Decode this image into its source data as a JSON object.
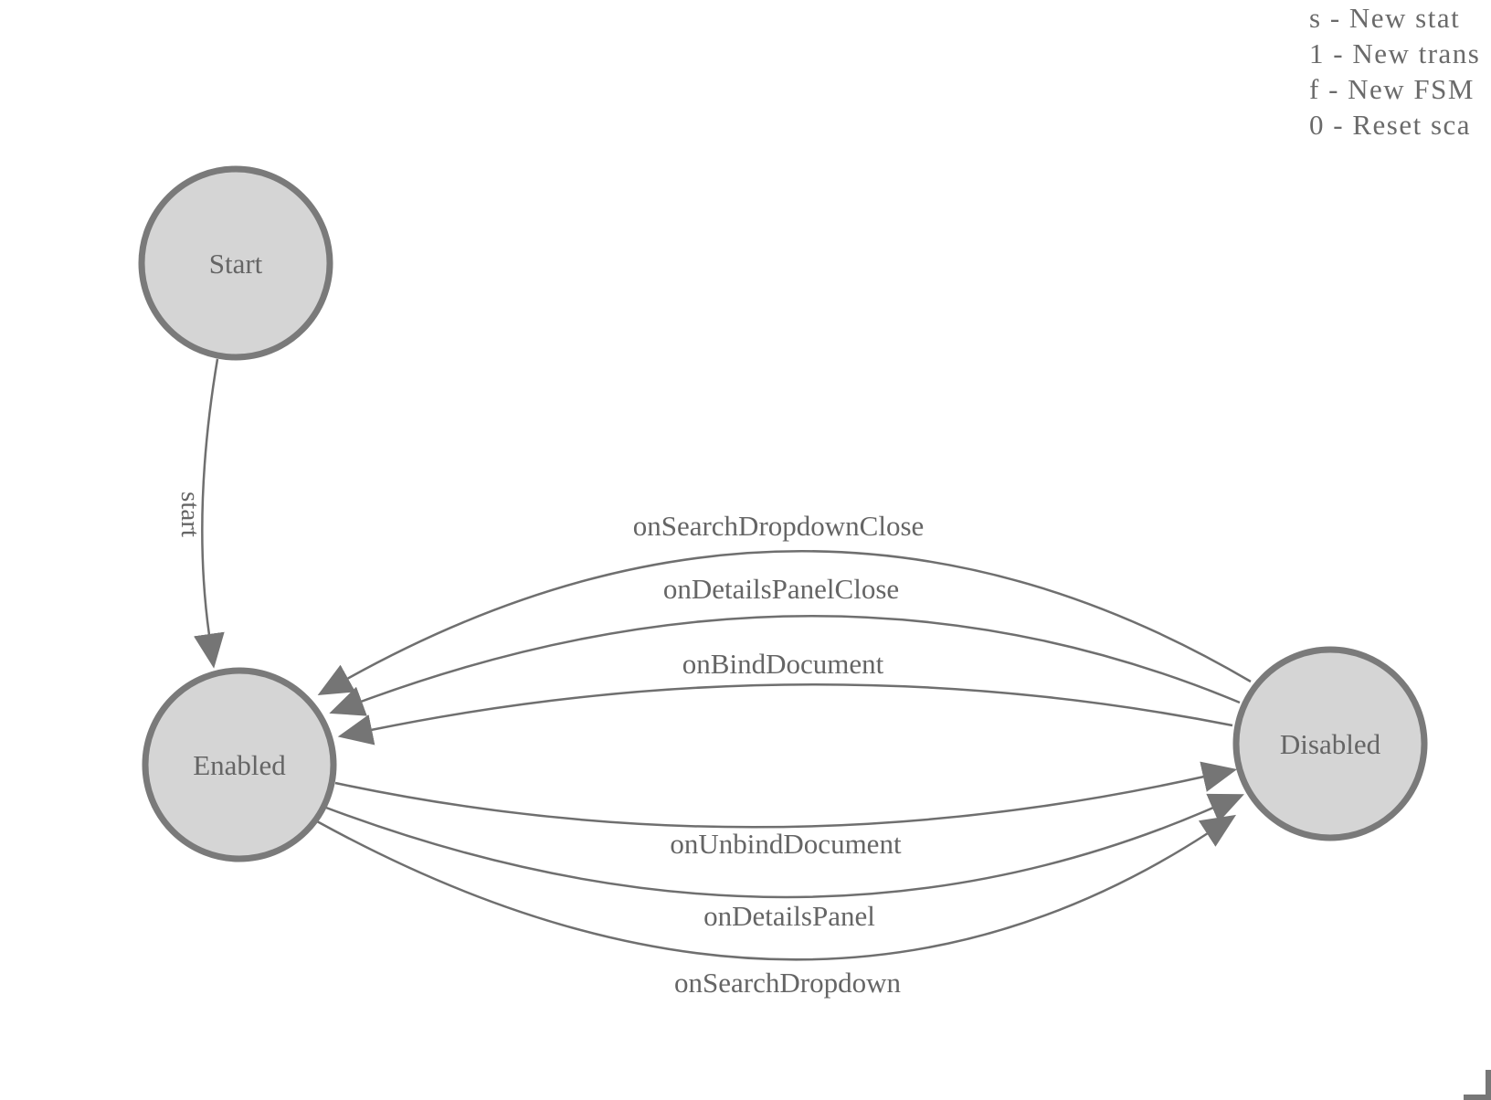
{
  "legend": {
    "lines": [
      "s - New stat",
      "1 - New trans",
      "f - New FSM",
      "0 - Reset sca"
    ]
  },
  "nodes": {
    "start": {
      "label": "Start"
    },
    "enabled": {
      "label": "Enabled"
    },
    "disabled": {
      "label": "Disabled"
    }
  },
  "edges": {
    "start_to_enabled": {
      "label": "start",
      "from": "Start",
      "to": "Enabled"
    },
    "search_dropdown_close": {
      "label": "onSearchDropdownClose",
      "from": "Disabled",
      "to": "Enabled"
    },
    "details_panel_close": {
      "label": "onDetailsPanelClose",
      "from": "Disabled",
      "to": "Enabled"
    },
    "bind_document": {
      "label": "onBindDocument",
      "from": "Disabled",
      "to": "Enabled"
    },
    "unbind_document": {
      "label": "onUnbindDocument",
      "from": "Enabled",
      "to": "Disabled"
    },
    "details_panel": {
      "label": "onDetailsPanel",
      "from": "Enabled",
      "to": "Disabled"
    },
    "search_dropdown": {
      "label": "onSearchDropdown",
      "from": "Enabled",
      "to": "Disabled"
    }
  },
  "colors": {
    "background": "#ffffff",
    "node_fill": "#d5d5d5",
    "node_stroke": "#7a7a7a",
    "edge_stroke": "#6f6f6f",
    "arrow_fill": "#757575",
    "text": "#656565"
  }
}
